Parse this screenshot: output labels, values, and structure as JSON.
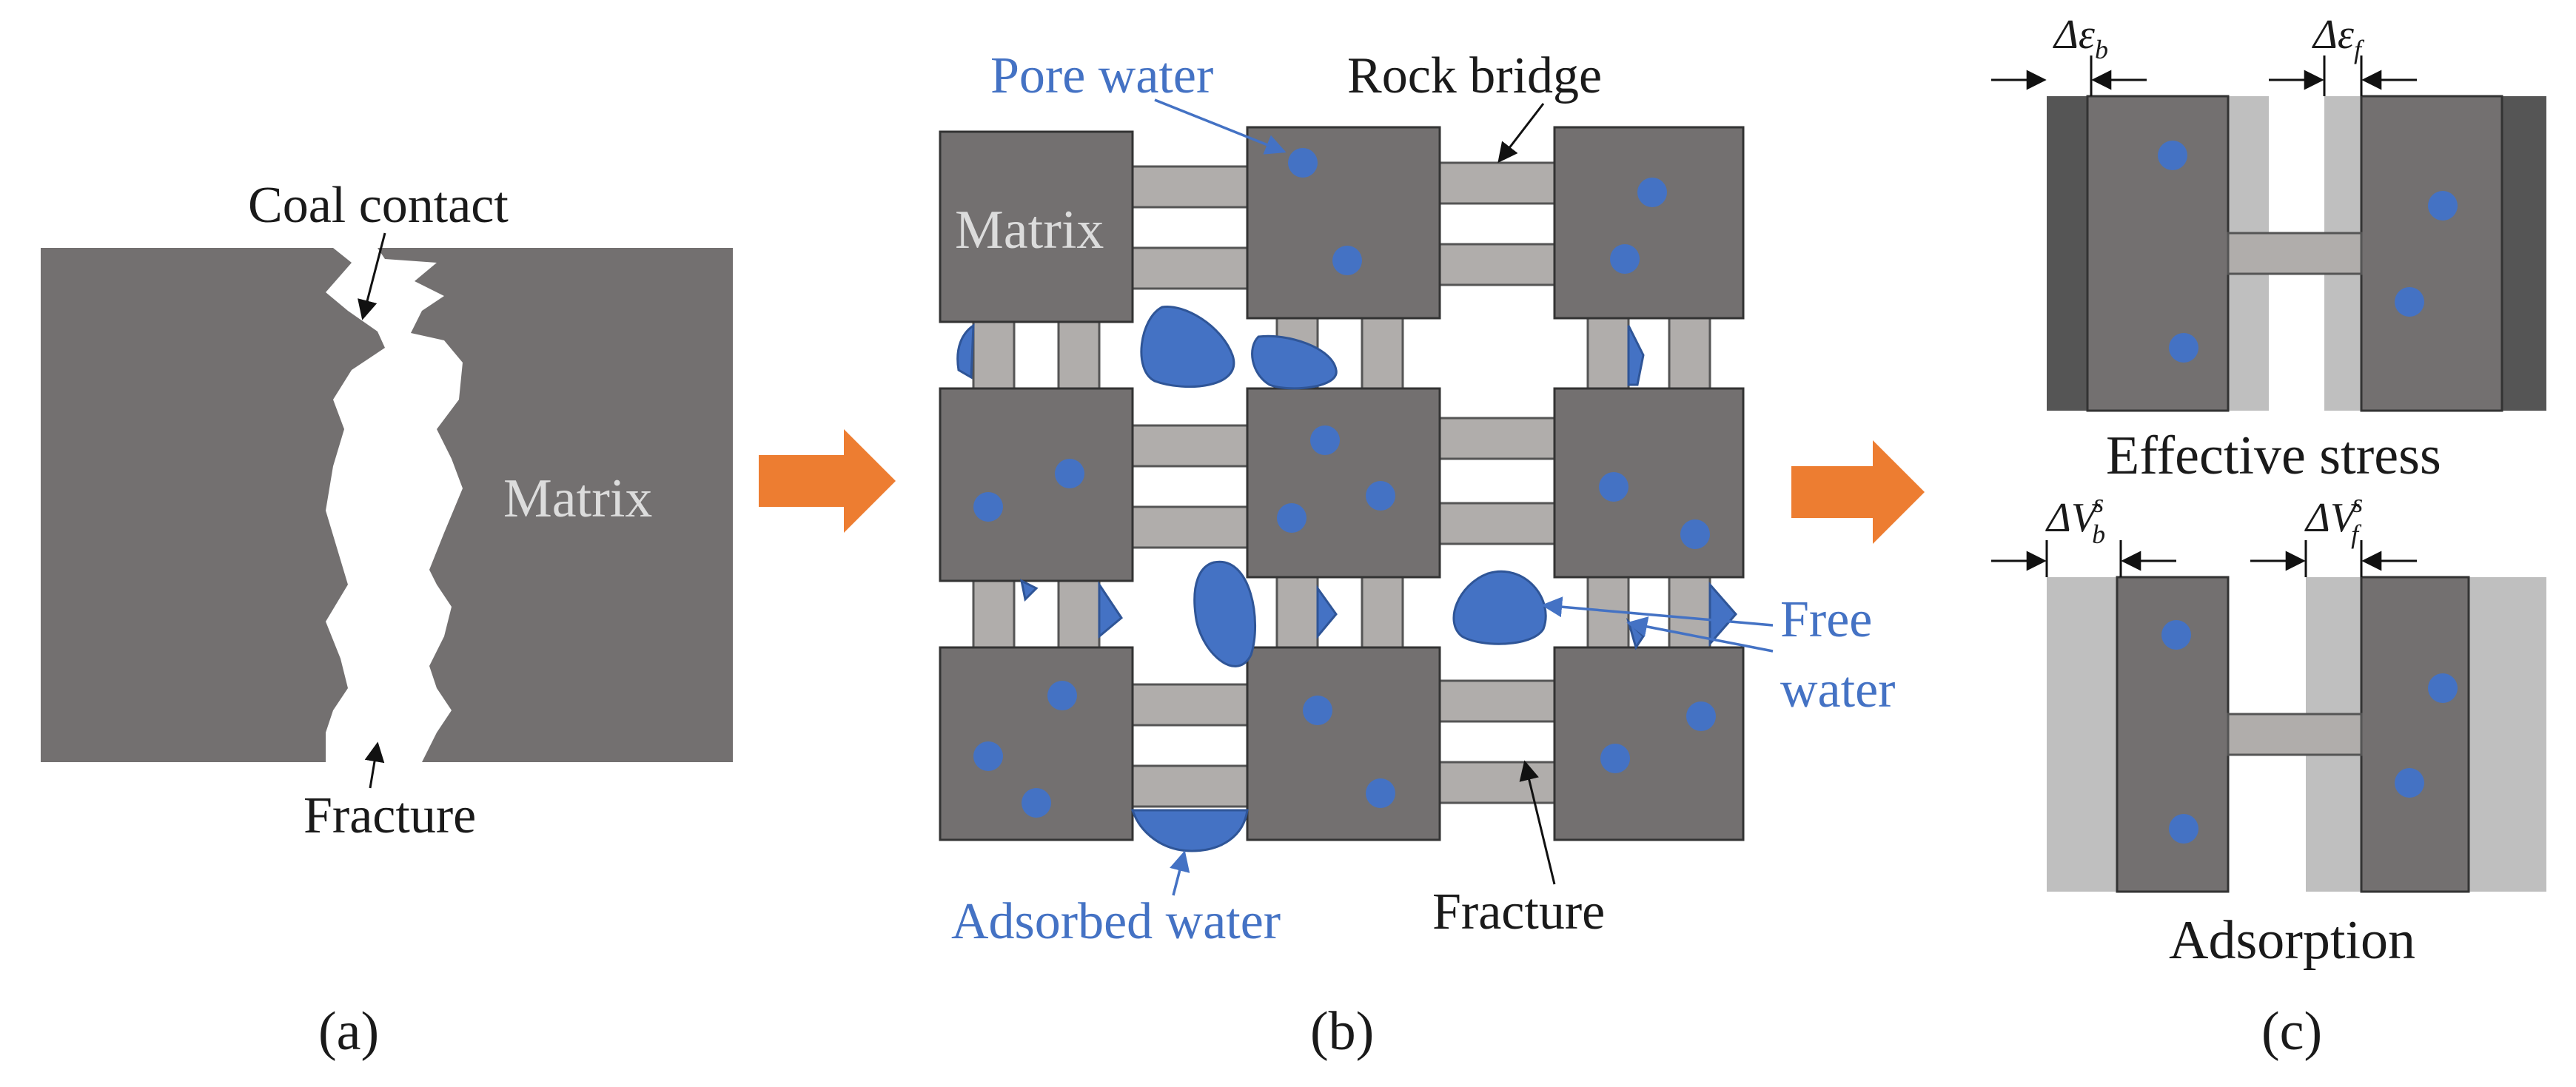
{
  "colors": {
    "matrix": "#737070",
    "bridge": "#b0adab",
    "water": "#4472c4",
    "water_stroke": "#2f5597",
    "orange_arrow": "#ed7d31",
    "dark_side": "#555555",
    "light_gray": "#bfbfbf"
  },
  "panel_a": {
    "caption": "(a)",
    "coal_contact": "Coal contact",
    "matrix": "Matrix",
    "fracture": "Fracture"
  },
  "panel_b": {
    "caption": "(b)",
    "pore_water": "Pore water",
    "rock_bridge": "Rock bridge",
    "matrix": "Matrix",
    "free_water_1": "Free",
    "free_water_2": "water",
    "adsorbed_water": "Adsorbed water",
    "fracture": "Fracture"
  },
  "panel_c": {
    "caption": "(c)",
    "eps_symbol": "Δε",
    "eps_b_sub": "b",
    "eps_f_sub": "f",
    "vol_symbol": "ΔV",
    "vol_sup": "s",
    "vol_b_sub": "b",
    "vol_f_sub": "f",
    "effective_stress": "Effective stress",
    "adsorption": "Adsorption"
  },
  "icons": [
    "orange-arrow-icon",
    "pointer-arrow-icon",
    "dimension-arrow-icon"
  ]
}
